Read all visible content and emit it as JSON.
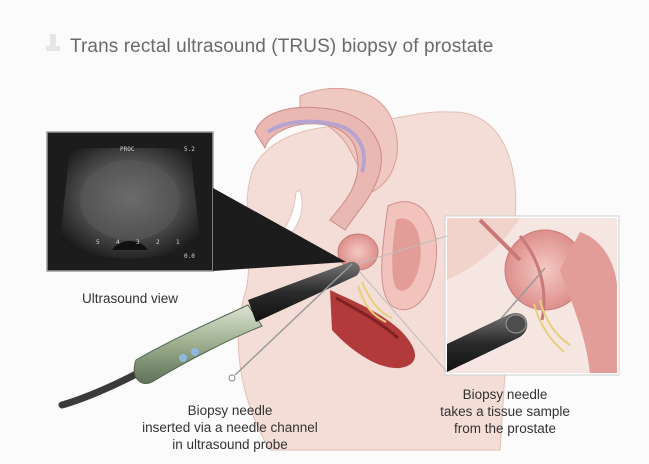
{
  "title": "Trans rectal ultrasound (TRUS) biopsy of prostate",
  "ultrasound_view": {
    "caption": "Ultrasound view",
    "header_label": "PROC",
    "corner_value": "5.2",
    "bottom_value": "0.0",
    "depth_marks": [
      "5",
      "4",
      "3",
      "2",
      "1"
    ]
  },
  "captions": {
    "needle_probe": [
      "Biopsy needle",
      "inserted via a needle channel",
      "in ultrasound probe"
    ],
    "tissue_sample": [
      "Biopsy needle",
      "takes a tissue sample",
      "from the prostate"
    ]
  },
  "colors": {
    "skin": "#f3ddd6",
    "tissue_pink": "#e7a9a6",
    "rectum_red": "#b33a3b",
    "probe_green": "#9cae8e",
    "probe_tip": "#333333"
  }
}
